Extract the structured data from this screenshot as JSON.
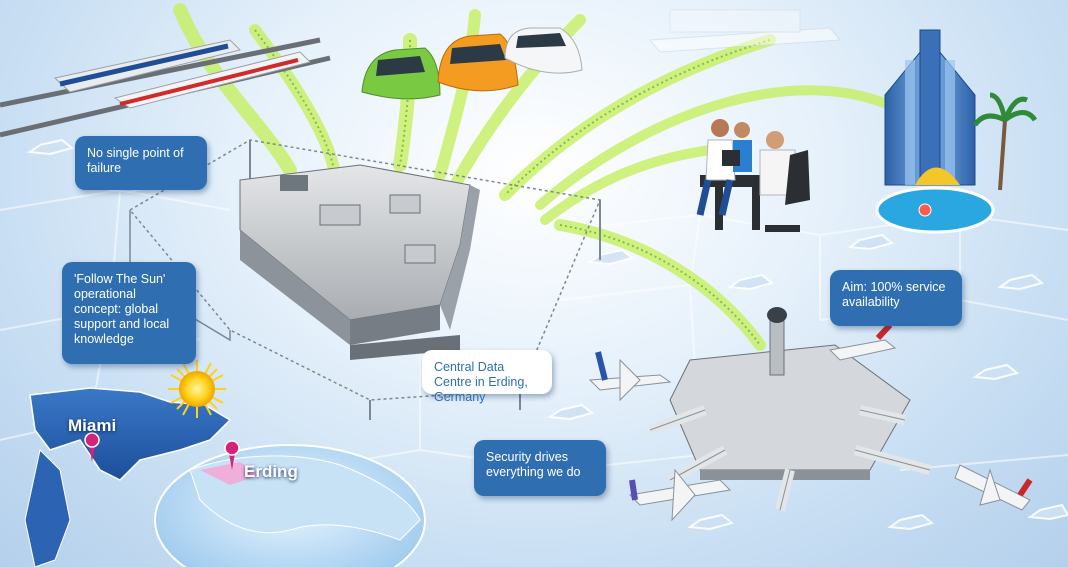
{
  "callouts": {
    "no_single_point": "No single point of failure",
    "follow_the_sun": "'Follow The Sun' operational concept: global support and local knowledge",
    "central_dc": "Central Data Centre in Erding, Germany",
    "security": "Security drives everything we do",
    "aim": "Aim: 100% service availability"
  },
  "places": {
    "miami": "Miami",
    "erding": "Erding"
  },
  "colors": {
    "callout_blue": "#2f6fb1",
    "data_stream_green": "#c8f06a",
    "pin_magenta": "#d4237a",
    "ground_blue": "#c9dff3"
  },
  "icons": [
    "train-icon",
    "car-icon",
    "ship-icon",
    "skyscraper-icon",
    "people-icon",
    "data-centre-icon",
    "airport-icon",
    "airplane-icon",
    "sun-icon",
    "map-pin-icon",
    "globe-icon"
  ]
}
